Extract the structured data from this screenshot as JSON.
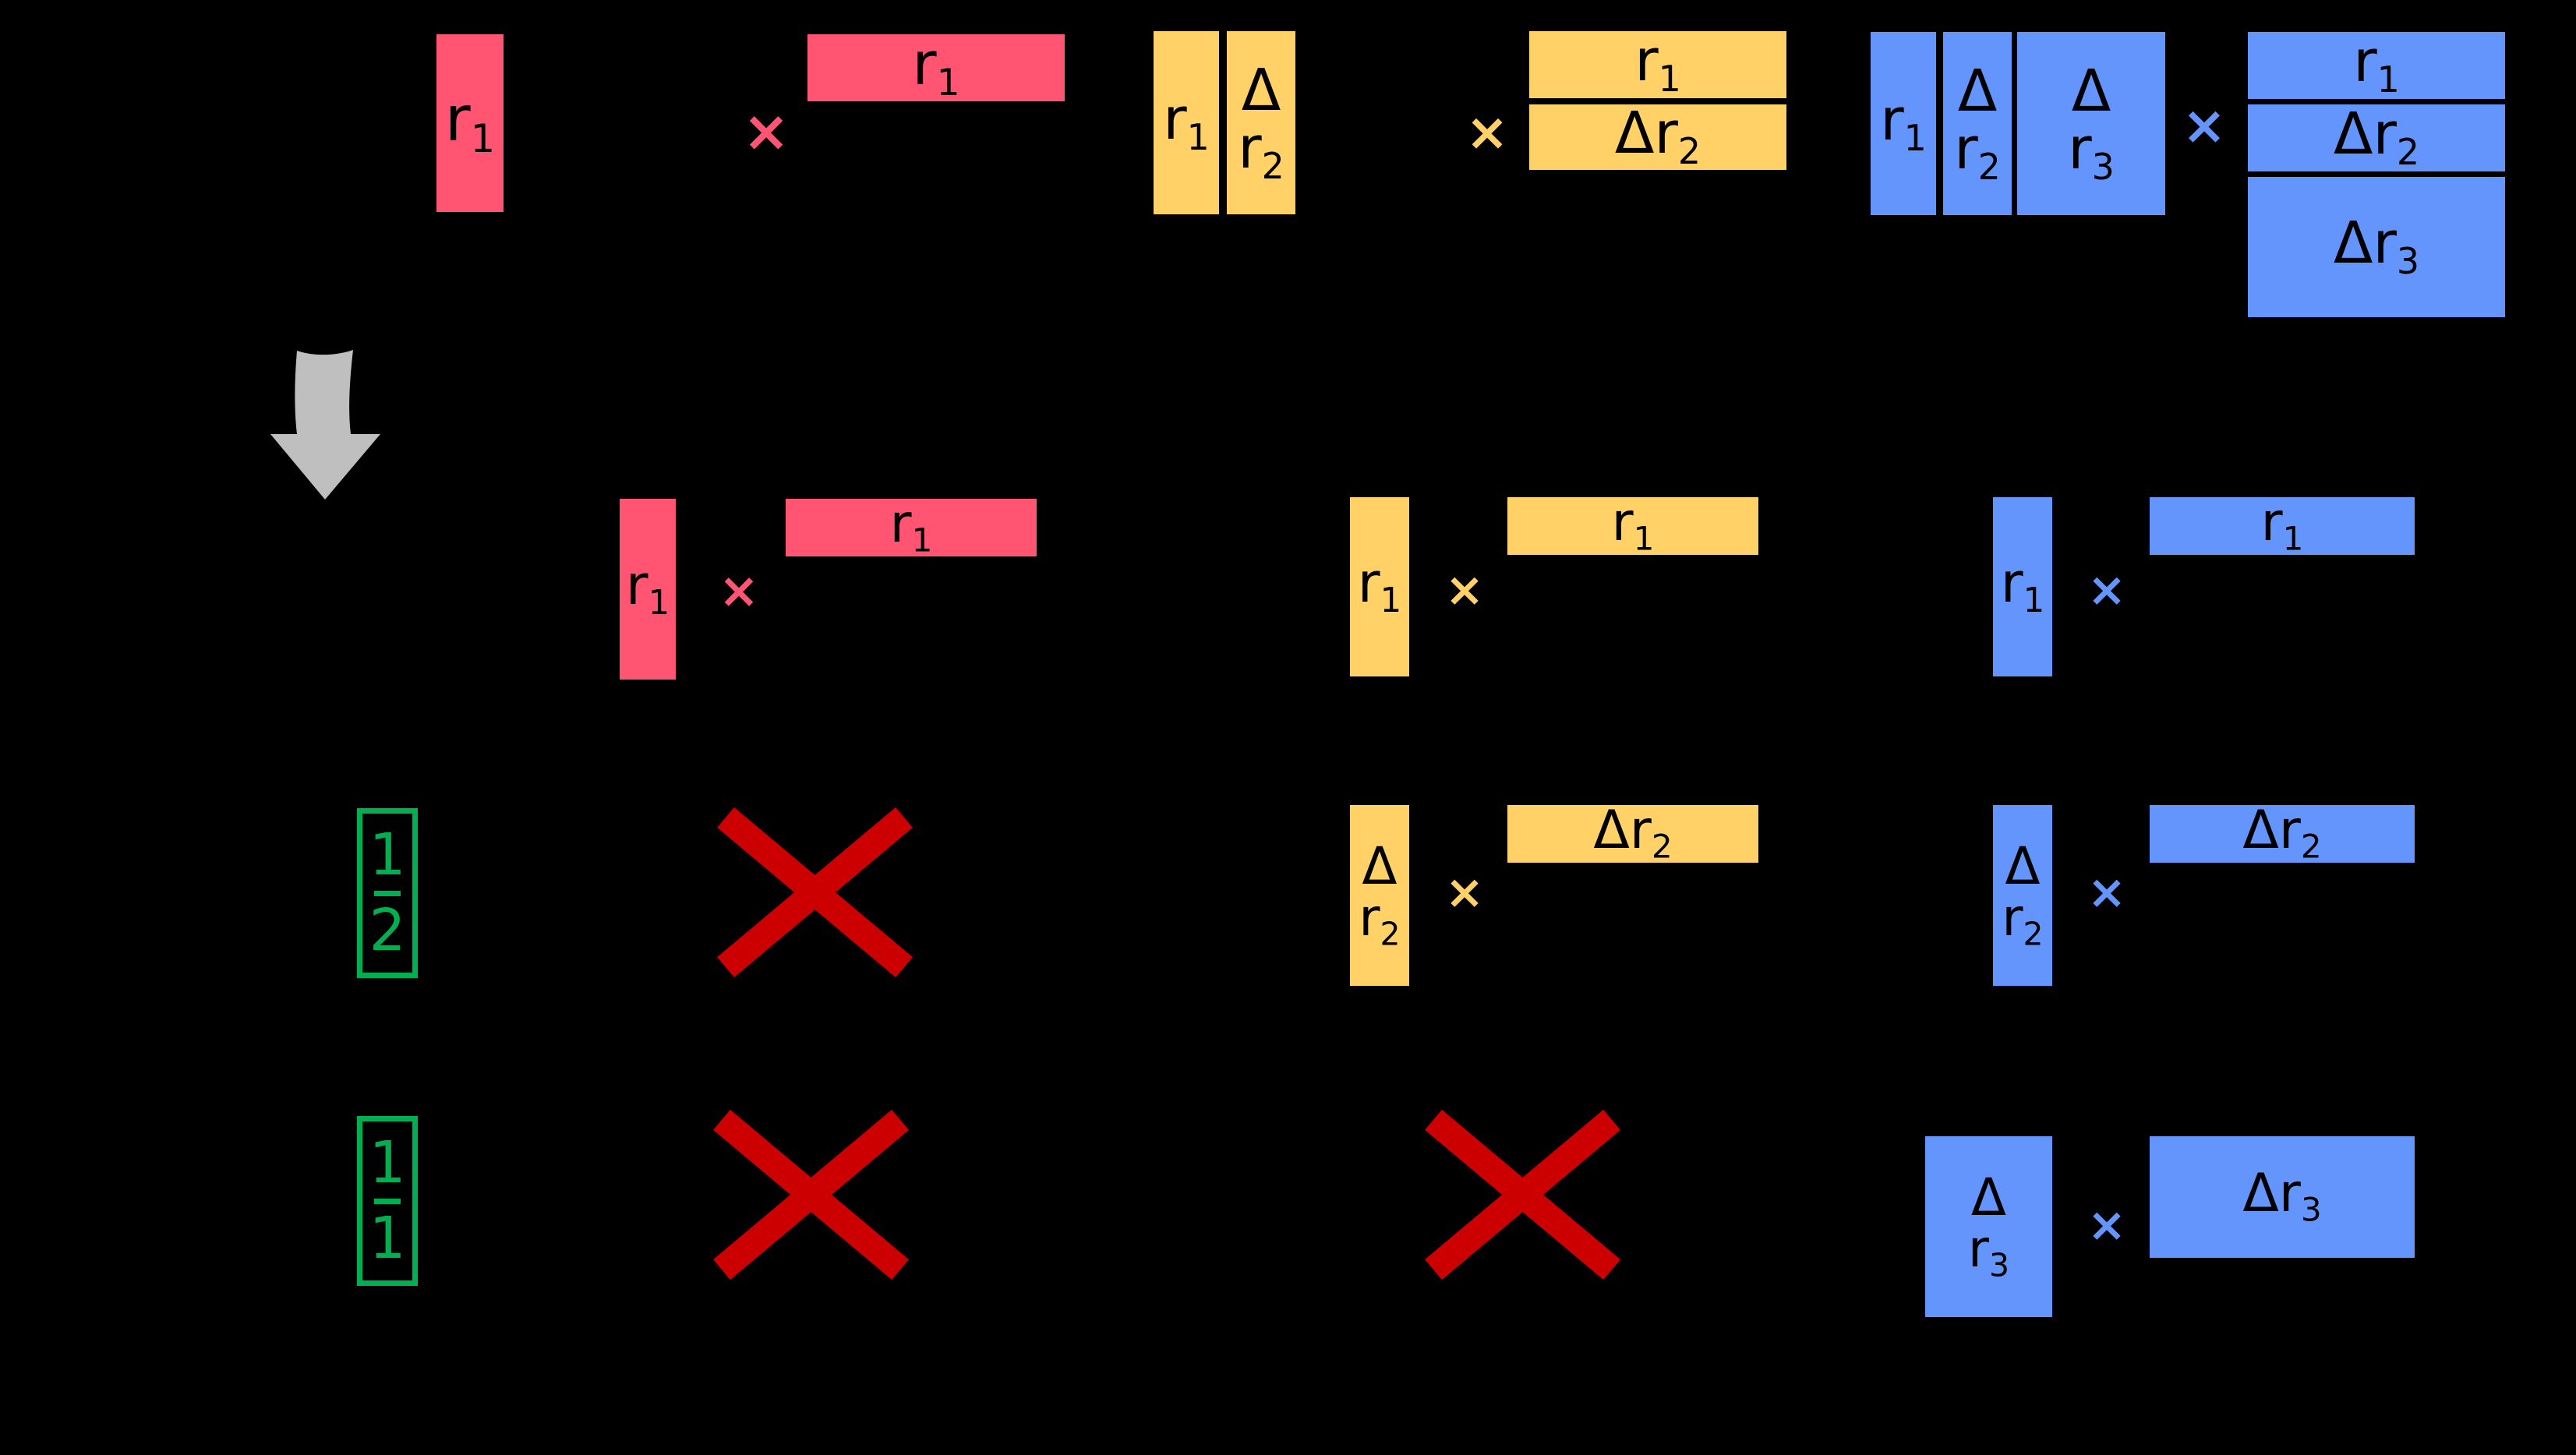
{
  "figure": {
    "title": "Rank-structure factorization diagram",
    "description": "Top row shows three grouped block products (pink, yellow, blue). A gray down arrow leads to a grid of per-term products, with red X marks for absent terms.",
    "colors": {
      "background": "#000000",
      "pink": "#FF5573",
      "yellow": "#FFD166",
      "blue": "#6495FD",
      "green": "#00B050",
      "red_x": "#CC0000",
      "arrow_gray": "#BFBFBF",
      "text": "#000000"
    },
    "symbols": {
      "times": "×",
      "delta": "Δ"
    }
  },
  "top_row": {
    "groups": [
      {
        "name": "pink-group",
        "color_key": "pink",
        "left_blocks": [
          {
            "label": "r",
            "sub": "1"
          }
        ],
        "operator": "×",
        "right_stack": [
          {
            "label": "r",
            "sub": "1"
          }
        ]
      },
      {
        "name": "yellow-group",
        "color_key": "yellow",
        "left_blocks": [
          {
            "label": "r",
            "sub": "1"
          },
          {
            "label": "Δr",
            "sub": "2",
            "stacked": true
          }
        ],
        "operator": "×",
        "right_stack": [
          {
            "label": "r",
            "sub": "1"
          },
          {
            "label": "Δr",
            "sub": "2"
          }
        ]
      },
      {
        "name": "blue-group",
        "color_key": "blue",
        "left_blocks": [
          {
            "label": "r",
            "sub": "1"
          },
          {
            "label": "Δr",
            "sub": "2",
            "stacked": true
          },
          {
            "label": "Δr",
            "sub": "3",
            "stacked": true
          }
        ],
        "operator": "×",
        "right_stack": [
          {
            "label": "r",
            "sub": "1"
          },
          {
            "label": "Δr",
            "sub": "2"
          },
          {
            "label": "Δr",
            "sub": "3"
          }
        ]
      }
    ]
  },
  "arrow": {
    "direction": "down",
    "color": "#BFBFBF"
  },
  "grid": {
    "row_labels": [
      {
        "numerator": "",
        "denominator": "",
        "shown": false
      },
      {
        "numerator": "1",
        "denominator": "2",
        "shown": true
      },
      {
        "numerator": "1",
        "denominator": "1",
        "shown": true
      }
    ],
    "rows": [
      {
        "name": "row-1",
        "cells": [
          {
            "column": "pink",
            "kind": "product",
            "left": {
              "label": "r",
              "sub": "1"
            },
            "operator": "×",
            "right": {
              "label": "r",
              "sub": "1"
            }
          },
          {
            "column": "yellow",
            "kind": "product",
            "left": {
              "label": "r",
              "sub": "1"
            },
            "operator": "×",
            "right": {
              "label": "r",
              "sub": "1"
            }
          },
          {
            "column": "blue",
            "kind": "product",
            "left": {
              "label": "r",
              "sub": "1"
            },
            "operator": "×",
            "right": {
              "label": "r",
              "sub": "1"
            }
          }
        ]
      },
      {
        "name": "row-2",
        "cells": [
          {
            "column": "pink",
            "kind": "absent"
          },
          {
            "column": "yellow",
            "kind": "product",
            "left": {
              "label": "Δr",
              "sub": "2",
              "stacked": true
            },
            "operator": "×",
            "right": {
              "label": "Δr",
              "sub": "2"
            }
          },
          {
            "column": "blue",
            "kind": "product",
            "left": {
              "label": "Δr",
              "sub": "2",
              "stacked": true
            },
            "operator": "×",
            "right": {
              "label": "Δr",
              "sub": "2"
            }
          }
        ]
      },
      {
        "name": "row-3",
        "cells": [
          {
            "column": "pink",
            "kind": "absent"
          },
          {
            "column": "yellow",
            "kind": "absent"
          },
          {
            "column": "blue",
            "kind": "product",
            "left": {
              "label": "Δr",
              "sub": "3",
              "stacked": true
            },
            "operator": "×",
            "right": {
              "label": "Δr",
              "sub": "3"
            }
          }
        ]
      }
    ]
  }
}
